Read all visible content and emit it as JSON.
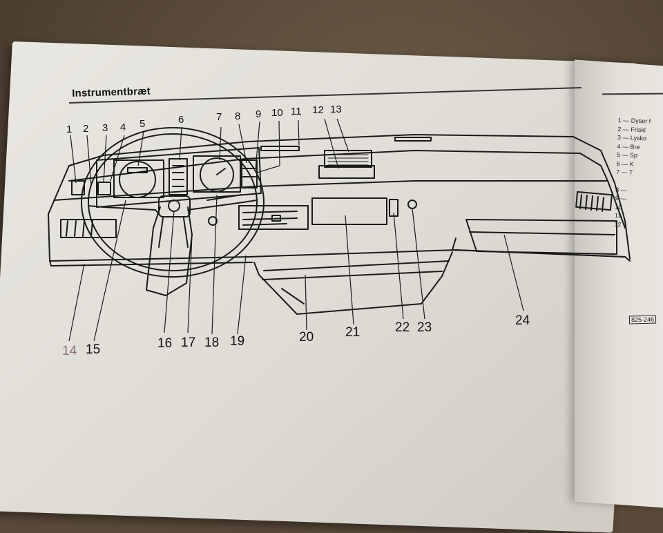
{
  "title": "Instrumentbræt",
  "figure_code": "825-246",
  "callouts_top": [
    "1",
    "2",
    "3",
    "4",
    "5",
    "6",
    "7",
    "8",
    "9",
    "10",
    "11",
    "12",
    "13"
  ],
  "callouts_bottom": [
    "14",
    "15",
    "16",
    "17",
    "18",
    "19",
    "20",
    "21",
    "22",
    "23",
    "24"
  ],
  "legend": [
    "1 — Dyser f",
    "2 — Friskl",
    "3 — Lysko",
    "4 — Bre",
    "5 — Sp",
    "6 — K",
    "7 — T",
    "",
    "8 —",
    "9 —",
    "10",
    "11",
    "12"
  ]
}
